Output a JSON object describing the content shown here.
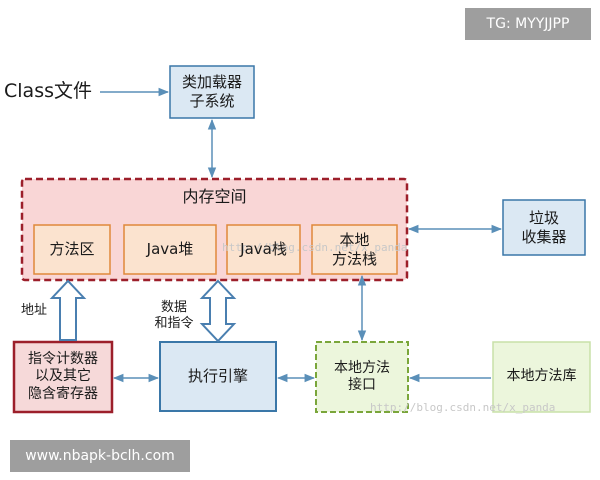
{
  "badges": {
    "top_right": "TG: MYYJJPP",
    "bottom_left": "www.nbapk-bclh.com"
  },
  "source": {
    "label": "Class文件"
  },
  "loader": {
    "label": "类加载器\n子系统"
  },
  "memory": {
    "title": "内存空间",
    "areas": [
      {
        "label": "方法区"
      },
      {
        "label": "Java堆"
      },
      {
        "label": "Java栈"
      },
      {
        "label": "本地\n方法栈"
      }
    ]
  },
  "gc": {
    "label": "垃圾\n收集器"
  },
  "annotations": {
    "address": "地址",
    "data_instr": "数据\n和指令"
  },
  "pc": {
    "label": "指令计数器\n以及其它\n隐含寄存器"
  },
  "engine": {
    "label": "执行引擎"
  },
  "native_iface": {
    "label": "本地方法\n接口"
  },
  "native_lib": {
    "label": "本地方法库"
  },
  "watermarks": {
    "mid": "http://blog.csdn.net/x_panda",
    "low": "http://blog.csdn.net/x_panda"
  },
  "colors": {
    "box_fill": "#dbe8f3",
    "box_border": "#3a77a8",
    "memory_fill": "#f9d6d6",
    "memory_border": "#9c1f2a",
    "area_fill": "#fbe3cf",
    "area_border": "#e0883a",
    "pc_fill": "#f6d9d9",
    "pc_border": "#9c1f2a",
    "native_fill": "#ecf6dc",
    "native_border": "#7aa63a",
    "arrow": "#5a8fb8",
    "hollow_arrow": "#4a7fb0"
  }
}
